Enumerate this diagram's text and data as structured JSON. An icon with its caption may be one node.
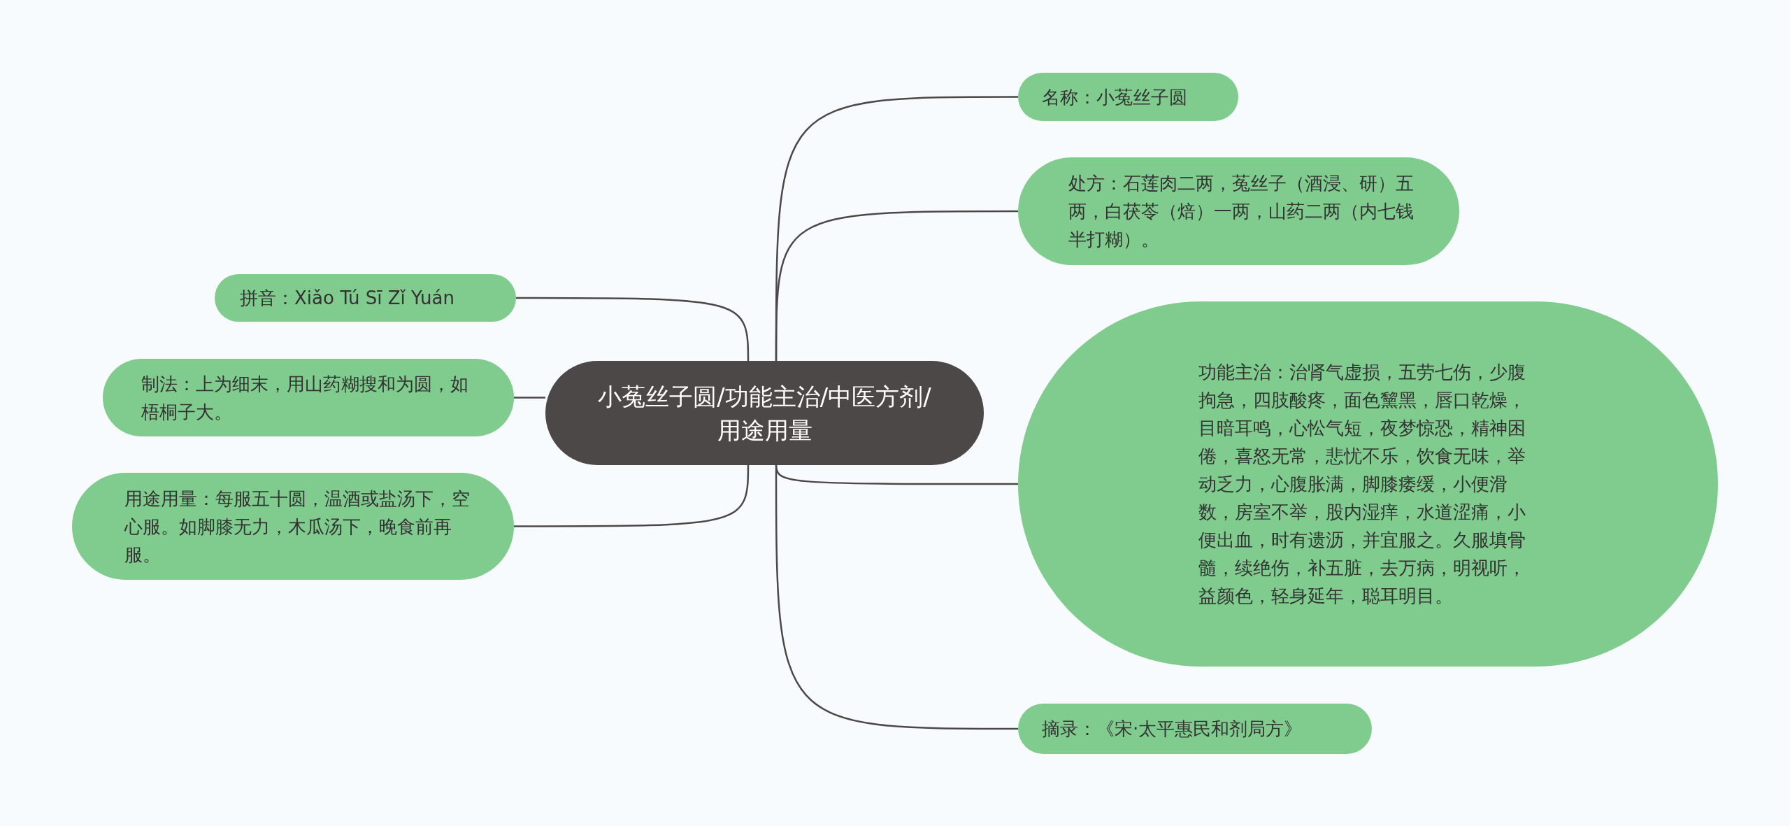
{
  "diagram": {
    "nodes": [
      {
        "text": [
          "小菟丝子圆/功能主治/中医方剂/用途用量"
        ]
      },
      {
        "text": [
          "名称：小菟丝子圆"
        ]
      },
      {
        "text": [
          "处方：石莲肉二两，菟丝子（酒浸、研）五两，白茯苓（焙）一两，山药二两（内七钱半打糊）。"
        ]
      },
      {
        "text": [
          "功能主治：治肾气虚损，五劳七伤，少腹拘急，四肢酸疼，面色黧黑，唇口乾燥，目暗耳鸣，心忪气短，夜梦惊恐，精神困倦，喜怒无常，悲忧不乐，饮食无味，举动乏力，心腹胀满，脚膝痿缓，小便滑数，房室不举，股内湿痒，水道涩痛，小便出血，时有遗沥，并宜服之。久服填骨髓，续绝伤，补五脏，去万病，明视听，益颜色，轻身延年，聪耳明目。"
        ]
      },
      {
        "text": [
          "摘录：《宋·太平惠民和剂局方》"
        ]
      },
      {
        "text": [
          "拼音：Xiǎo Tú Sī Zǐ Yuán"
        ]
      },
      {
        "text": [
          "制法：上为细末，用山药糊搜和为圆，如梧桐子大。"
        ]
      },
      {
        "text": [
          "用途用量：每服五十圆，温酒或盐汤下，空心服。如脚膝无力，木瓜汤下，晚食前再服。"
        ]
      }
    ],
    "edges": [
      {
        "from": 0,
        "to": 1,
        "arrow": "none"
      },
      {
        "from": 0,
        "to": 2,
        "arrow": "none"
      },
      {
        "from": 0,
        "to": 3,
        "arrow": "none"
      },
      {
        "from": 0,
        "to": 4,
        "arrow": "none"
      },
      {
        "from": 0,
        "to": 5,
        "arrow": "none"
      },
      {
        "from": 0,
        "to": 6,
        "arrow": "none"
      },
      {
        "from": 0,
        "to": 7,
        "arrow": "none"
      }
    ]
  }
}
